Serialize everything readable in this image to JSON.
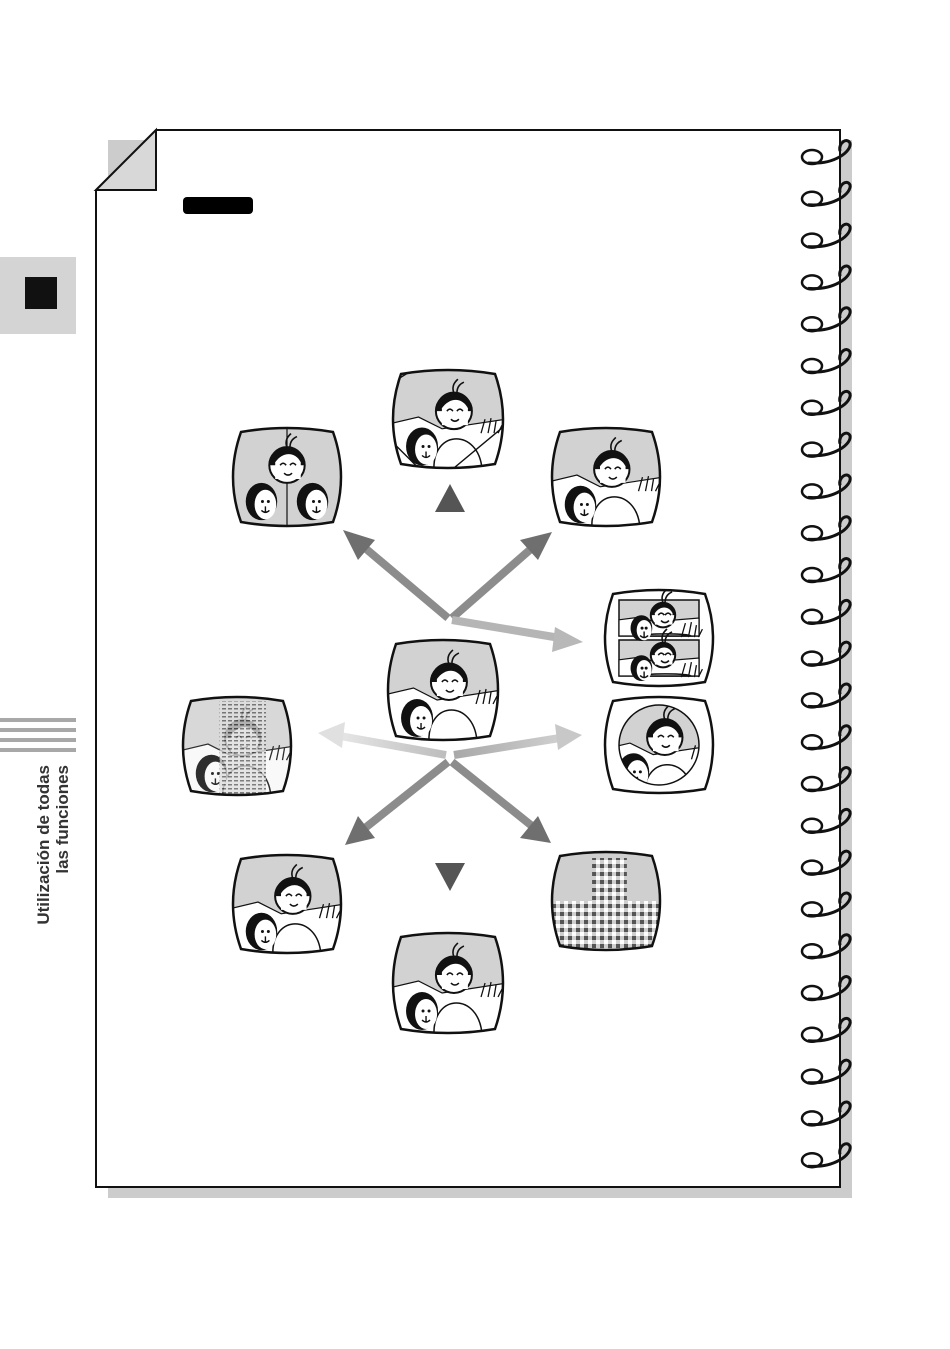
{
  "sidebar": {
    "caption_line1": "Utilización de todas",
    "caption_line2": "las funciones"
  },
  "diagram": {
    "center_icon": "person-with-dog-tv-icon",
    "effects": [
      {
        "position": "top",
        "icon": "page-turn-effect-icon"
      },
      {
        "position": "top-left",
        "icon": "mirror-effect-icon"
      },
      {
        "position": "top-right",
        "icon": "stretch-effect-icon"
      },
      {
        "position": "right-upper",
        "icon": "multi-screen-effect-icon"
      },
      {
        "position": "right-lower",
        "icon": "circle-wipe-effect-icon"
      },
      {
        "position": "left",
        "icon": "noise-effect-icon"
      },
      {
        "position": "bottom-left",
        "icon": "normal-effect-icon"
      },
      {
        "position": "bottom",
        "icon": "monochrome-effect-icon"
      },
      {
        "position": "bottom-right",
        "icon": "mosaic-effect-icon"
      }
    ]
  },
  "colors": {
    "arrow_dark": "#666666",
    "arrow_light": "#c8c8c8",
    "tab_gray": "#d4d4d4",
    "shadow_gray": "#cccccc"
  }
}
